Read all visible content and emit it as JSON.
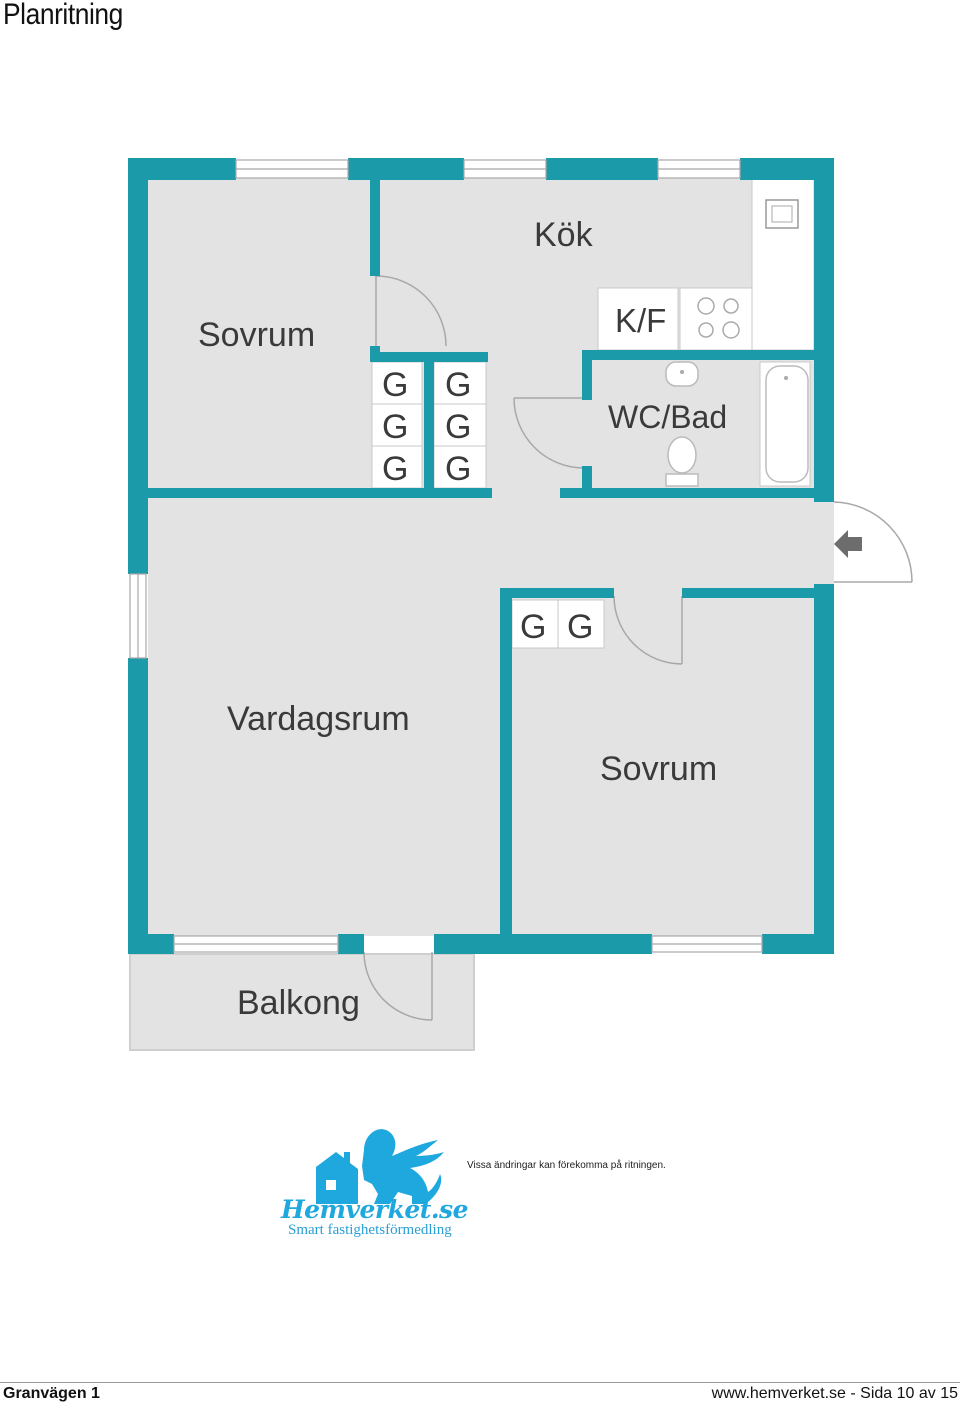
{
  "header": {
    "title": "Planritning"
  },
  "floorplan": {
    "rooms": {
      "bedroom_1": "Sovrum",
      "kitchen": "Kök",
      "fridge_freezer": "K/F",
      "bathroom": "WC/Bad",
      "living_room": "Vardagsrum",
      "bedroom_2": "Sovrum",
      "balcony": "Balkong"
    },
    "closet_label": "G",
    "wall_color": "#1b9aaa",
    "floor_color": "#e3e3e3"
  },
  "branding": {
    "logo_name": "Hemverket.se",
    "tagline": "Smart fastighetsförmedling",
    "disclaimer": "Vissa ändringar kan förekomma på ritningen.",
    "brand_color": "#1fa8de"
  },
  "footer": {
    "address": "Granvägen 1",
    "page_info": "www.hemverket.se - Sida 10 av 15"
  }
}
